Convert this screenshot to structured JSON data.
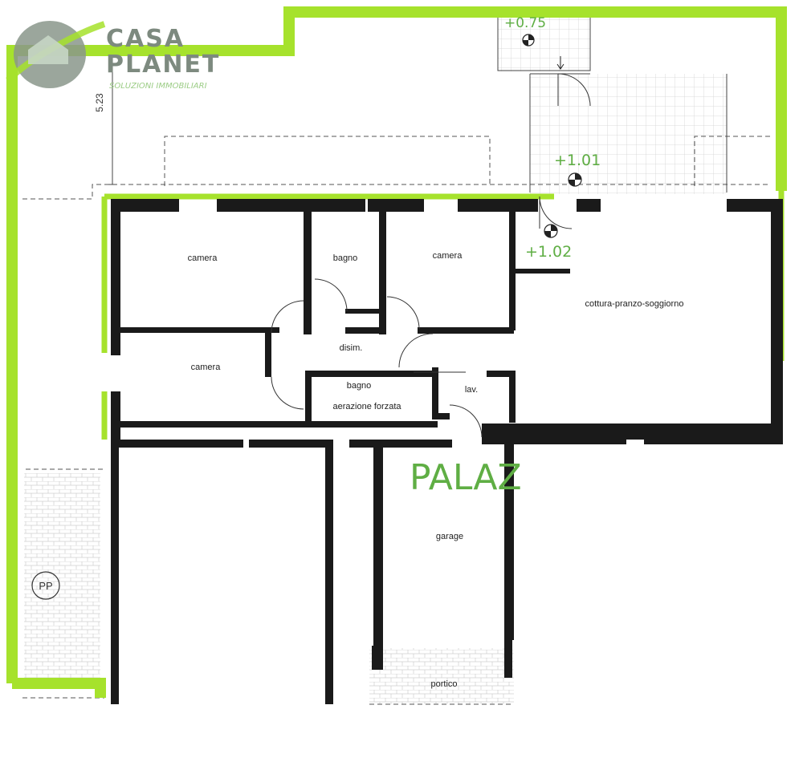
{
  "logo": {
    "word1": "CASA",
    "word2": "PLANET",
    "tagline": "SOLUZIONI IMMOBILIARI"
  },
  "elevations": {
    "top": "+0.75",
    "terrace": "+1.01",
    "entrance": "+1.02"
  },
  "dimension": "5.23",
  "rooms": {
    "camera_top_left": "camera",
    "bagno_top": "bagno",
    "camera_top_mid": "camera",
    "soggiorno": "cottura-pranzo-soggiorno",
    "disimpegno": "disim.",
    "camera_left": "camera",
    "bagno_mid": "bagno",
    "bagno_mid_note": "aerazione forzata",
    "lavanderia": "lav.",
    "garage": "garage",
    "portico": "portico"
  },
  "watermark": "PALAZ",
  "parking_mark": "PP",
  "colors": {
    "highlight_green": "#a6e22c",
    "wall": "#1a1a1a",
    "label_green": "#5fae44"
  }
}
